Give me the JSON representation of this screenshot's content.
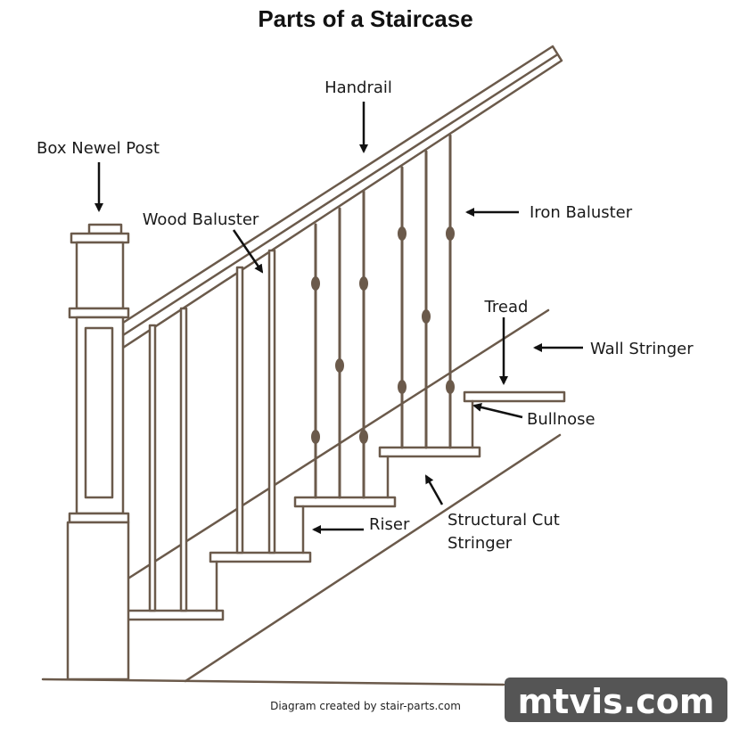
{
  "title": "Parts of a Staircase",
  "labels": {
    "handrail": "Handrail",
    "box_newel_post": "Box Newel Post",
    "wood_baluster": "Wood Baluster",
    "iron_baluster": "Iron Baluster",
    "tread": "Tread",
    "wall_stringer": "Wall Stringer",
    "bullnose": "Bullnose",
    "riser": "Riser",
    "structural_cut_stringer_line1": "Structural Cut",
    "structural_cut_stringer_line2": "Stringer"
  },
  "credit": "Diagram created by stair-parts.com",
  "watermark": "mtvis.com",
  "colors": {
    "stair_line": "#6b5a4b",
    "arrow": "#111111",
    "watermark_bg": "#555555"
  }
}
